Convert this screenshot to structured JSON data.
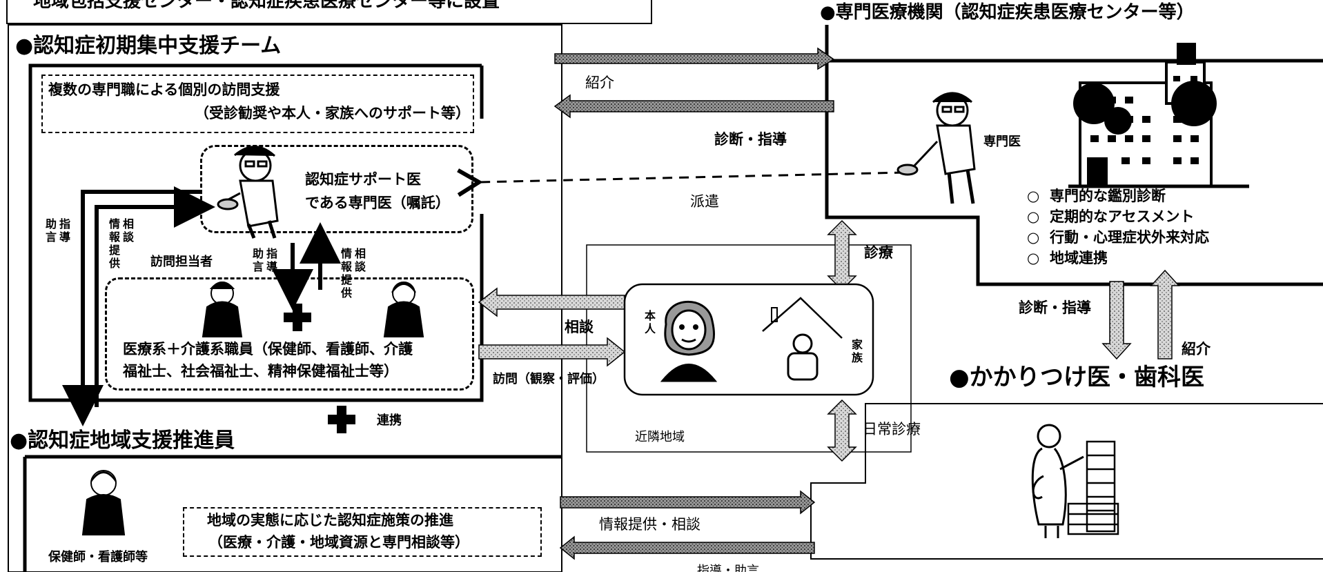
{
  "header": {
    "top_banner": "地域包括支援センター・認知症疾患医療センター等に設置"
  },
  "team": {
    "title": "●認知症初期集中支援チーム",
    "intro_line1": "複数の専門職による個別の訪問支援",
    "intro_line2": "（受診勧奨や本人・家族へのサポート等）",
    "support_doctor_line1": "認知症サポート医",
    "support_doctor_line2": "である専門医（嘱託）",
    "visitor_label": "訪問担当者",
    "staff_line1": "医療系＋介護系職員（保健師、看護師、介護",
    "staff_line2": "福祉士、社会福祉士、精神保健福祉士等）",
    "left_advice": [
      "助",
      "言"
    ],
    "left_guidance": [
      "指",
      "導"
    ],
    "left_info": [
      "情",
      "報",
      "提",
      "供"
    ],
    "left_consult": [
      "相",
      "談"
    ],
    "mid_advice": [
      "助",
      "言"
    ],
    "mid_guidance": [
      "指",
      "導"
    ],
    "mid_info": [
      "情",
      "報",
      "提",
      "供"
    ],
    "mid_consult": [
      "相",
      "談"
    ]
  },
  "cooperation": {
    "label": "連携"
  },
  "promoter": {
    "title": "●認知症地域支援推進員",
    "person_label": "保健師・看護師等",
    "box_line1": "地域の実態に応じた認知症施策の推進",
    "box_line2": "（医療・介護・地域資源と専門相談等）"
  },
  "specialist": {
    "title": "●専門医療機関（認知症疾患医療センター等）",
    "doctor_label": "専門医",
    "items": [
      "専門的な鑑別診断",
      "定期的なアセスメント",
      "行動・心理症状外来対応",
      "地域連携"
    ],
    "bullet": "○"
  },
  "flows": {
    "referral_top": "紹介",
    "diagnosis_guidance_top": "診断・指導",
    "dispatch": "派遣",
    "medical_care": "診療",
    "consultation": "相談",
    "visit": "訪問（観察・評価）",
    "daily_care": "日常診療",
    "info_consult": "情報提供・相談",
    "diagnosis_guidance_right": "診断・指導",
    "referral_right": "紹介"
  },
  "home": {
    "person_label": [
      "本",
      "人"
    ],
    "family_label": [
      "家",
      "族"
    ],
    "neighborhood": "近隣地域"
  },
  "gp": {
    "title": "●かかりつけ医・歯科医"
  },
  "bottom": {
    "partial_text": "指導・助言"
  }
}
